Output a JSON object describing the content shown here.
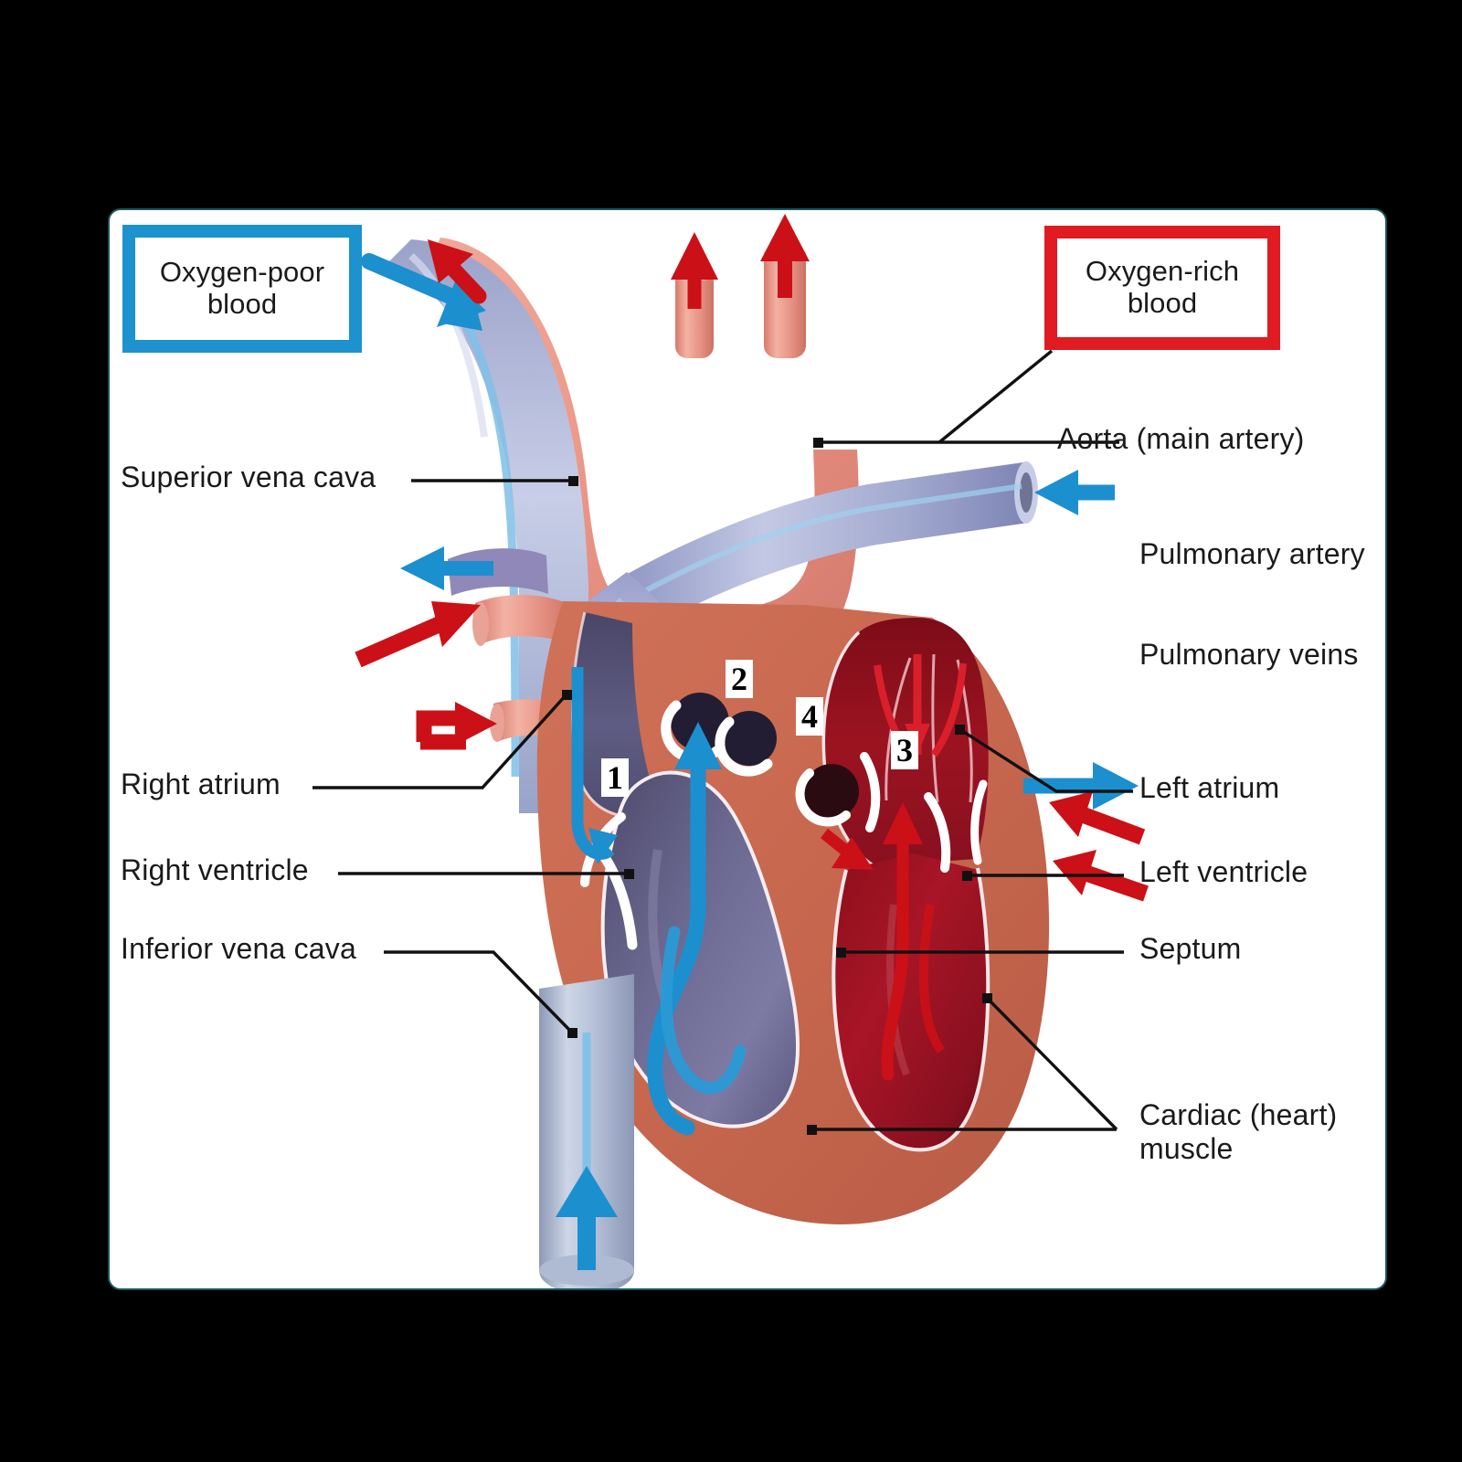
{
  "diagram": {
    "subject": "human-heart-cross-section",
    "background_color": "#000000",
    "card_color": "#ffffff"
  },
  "legend": {
    "oxygen_poor": {
      "label": "Oxygen-poor\nblood",
      "line1": "Oxygen-poor",
      "line2": "blood",
      "border_color": "#1c92ce"
    },
    "oxygen_rich": {
      "label": "Oxygen-rich\nblood",
      "line1": "Oxygen-rich",
      "line2": "blood",
      "border_color": "#e01b22"
    }
  },
  "labels": {
    "left": [
      {
        "id": "superior-vena-cava",
        "text": "Superior vena cava"
      },
      {
        "id": "right-atrium",
        "text": "Right atrium"
      },
      {
        "id": "right-ventricle",
        "text": "Right ventricle"
      },
      {
        "id": "inferior-vena-cava",
        "text": "Inferior vena cava"
      }
    ],
    "right": [
      {
        "id": "aorta",
        "text": "Aorta (main artery)"
      },
      {
        "id": "pulmonary-artery",
        "text": "Pulmonary artery"
      },
      {
        "id": "pulmonary-veins",
        "text": "Pulmonary veins"
      },
      {
        "id": "left-atrium",
        "text": "Left atrium"
      },
      {
        "id": "left-ventricle",
        "text": "Left ventricle"
      },
      {
        "id": "septum",
        "text": "Septum"
      },
      {
        "id": "cardiac-muscle",
        "text": "Cardiac (heart)\nmuscle",
        "line1": "Cardiac (heart)",
        "line2": "muscle"
      }
    ]
  },
  "valve_markers": [
    {
      "id": "valve-1",
      "number": "1",
      "name": "tricuspid-valve"
    },
    {
      "id": "valve-2",
      "number": "2",
      "name": "pulmonary-valve"
    },
    {
      "id": "valve-3",
      "number": "3",
      "name": "aortic-valve"
    },
    {
      "id": "valve-4",
      "number": "4",
      "name": "mitral-valve"
    }
  ],
  "colors": {
    "oxygen_poor_arrow": "#1c8fcf",
    "oxygen_rich_arrow": "#cc1017",
    "myocardium": "#c96a52",
    "right_chamber": "#5d5a7a",
    "left_chamber": "#9d1422",
    "vein_vessel": "#a8aed1",
    "artery_vessel": "#e79a8e",
    "leader_line": "#111111",
    "card_border": "#17585f"
  }
}
